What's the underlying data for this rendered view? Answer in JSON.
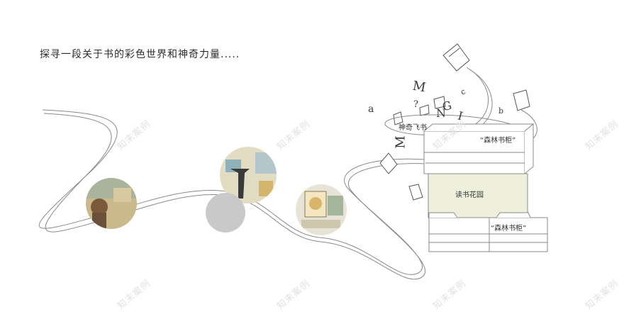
{
  "headline": "探寻一段关于书的彩色世界和神奇力量.....",
  "zones": {
    "flying_books": "神奇飞书",
    "forest_shelf_top": "“森林书柜”",
    "reading_garden": "读书花园",
    "forest_shelf_bottom": "“森林书柜”"
  },
  "floating_letters": [
    "M",
    "G",
    "N",
    "I",
    "a",
    "?",
    "b",
    "c",
    "M"
  ],
  "watermark": "知末案例",
  "colors": {
    "path_line": "#8a8a8a",
    "garden_fill": "#eef0dc",
    "grey_circle": "#c9c9c9"
  }
}
